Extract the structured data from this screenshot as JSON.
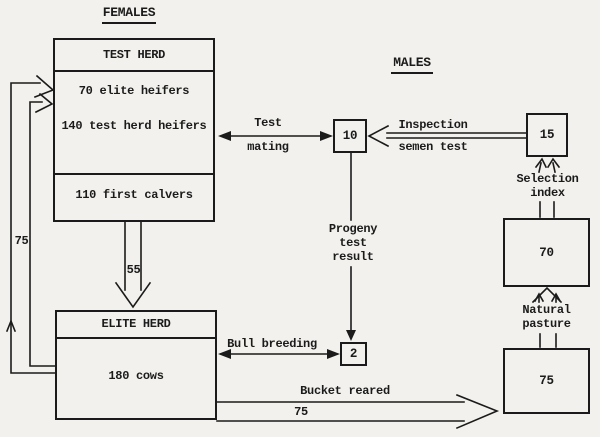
{
  "colors": {
    "bg": "#f2f1ed",
    "ink": "#1b1b1b"
  },
  "sections": {
    "females": "FEMALES",
    "males": "MALES"
  },
  "test_herd": {
    "title": "TEST HERD",
    "line1": "70 elite heifers",
    "line2": "140 test herd heifers",
    "line3": "110 first calvers"
  },
  "elite_herd": {
    "title": "ELITE HERD",
    "line1": "180 cows"
  },
  "nodes": {
    "n10": "10",
    "n15": "15",
    "n70": "70",
    "n75": "75",
    "n2": "2"
  },
  "flows": {
    "test_mating_1": "Test",
    "test_mating_2": "mating",
    "inspection_1": "Inspection",
    "inspection_2": "semen test",
    "selection_1": "Selection",
    "selection_2": "index",
    "natural_1": "Natural",
    "natural_2": "pasture",
    "progeny_1": "Progeny",
    "progeny_2": "test",
    "progeny_3": "result",
    "bull_breeding": "Bull breeding",
    "bucket_reared": "Bucket reared",
    "count_55": "55",
    "count_75_left": "75",
    "count_75_bucket": "75"
  }
}
